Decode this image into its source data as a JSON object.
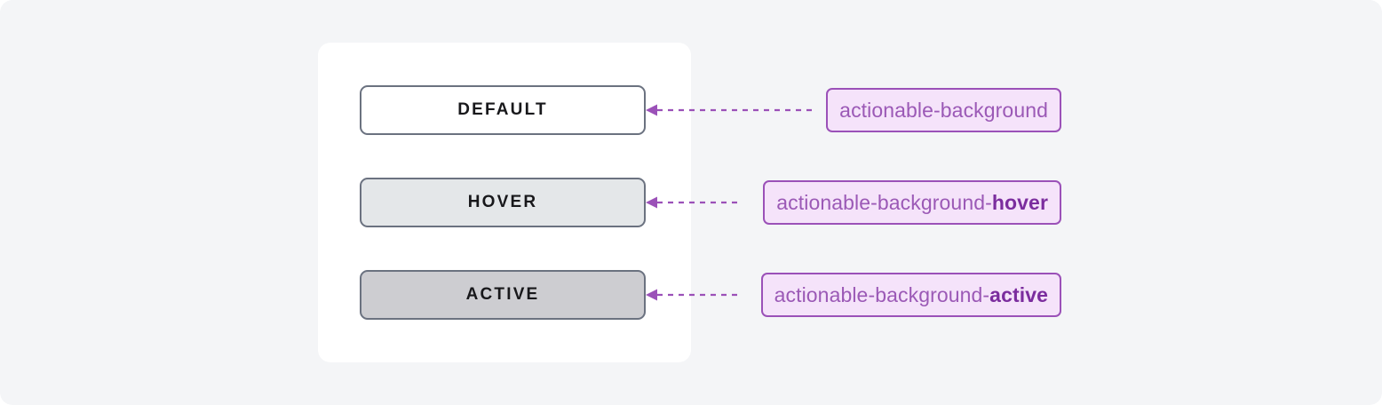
{
  "page": {
    "background_color": "#f4f5f7",
    "card_background_color": "#ffffff",
    "accent_color": "#9b51b8"
  },
  "states": [
    {
      "button_label": "DEFAULT",
      "button_fill": "#ffffff",
      "button_border": "#6b7280",
      "token_prefix": "actionable-background",
      "token_suffix": "",
      "connector_icon": "arrow-left-dashed-icon"
    },
    {
      "button_label": "HOVER",
      "button_fill": "#e4e7e9",
      "button_border": "#6b7280",
      "token_prefix": "actionable-background-",
      "token_suffix": "hover",
      "connector_icon": "arrow-left-dashed-icon"
    },
    {
      "button_label": "ACTIVE",
      "button_fill": "#cdcdd1",
      "button_border": "#6b7280",
      "token_prefix": "actionable-background-",
      "token_suffix": "active",
      "connector_icon": "arrow-left-dashed-icon"
    }
  ]
}
